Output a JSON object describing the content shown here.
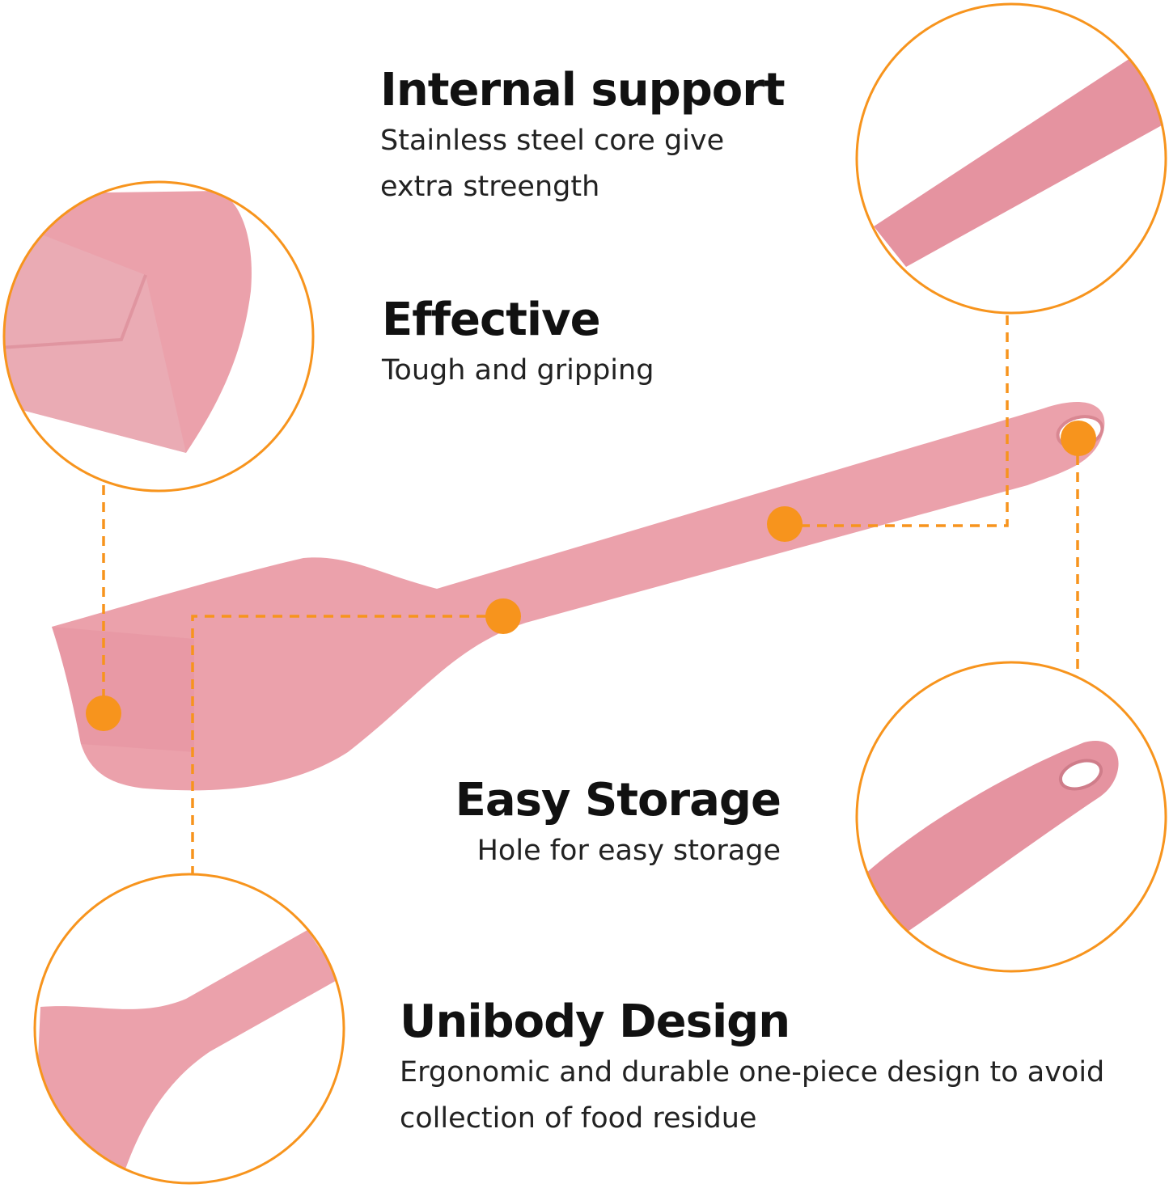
{
  "colors": {
    "accent": "#f7941d",
    "product": "#eba1ab",
    "product_shade": "#d98792",
    "text": "#111111"
  },
  "features": [
    {
      "title": "Internal support",
      "desc_lines": [
        "Stainless  steel core give",
        "extra streength"
      ]
    },
    {
      "title": "Effective",
      "desc_lines": [
        "Tough and gripping"
      ]
    },
    {
      "title": "Easy Storage",
      "desc_lines": [
        "Hole for easy storage"
      ]
    },
    {
      "title": "Unibody Design",
      "desc_lines": [
        "Ergonomic and durable one-piece design to avoid",
        "collection of food residue"
      ]
    }
  ],
  "icons": {
    "product": "pink-silicone-spatula",
    "callout": "orange-dot-icon",
    "zoom": "magnifier-circle"
  }
}
